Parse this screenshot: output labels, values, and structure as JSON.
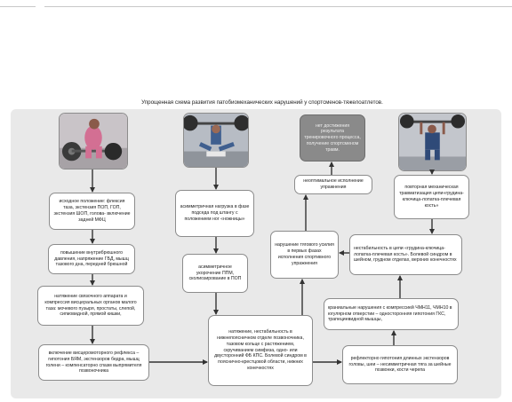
{
  "title": "Упрощенная схема развития патобиомеханических нарушений у спортсменов-тяжелоатлетов.",
  "photos": [
    {
      "icon": "weightlifter-pink-photo-icon"
    },
    {
      "icon": "weightlifter-lunge-photo-icon"
    },
    {
      "icon": "weightlifter-overhead-photo-icon"
    }
  ],
  "nodes": {
    "n1": "исходное положение: флексия таза, экстензия ПОП, ГОП, экстензия ШОП, голова- включение задней МФЦ",
    "n2": "повышение внутрибрюшного давления, напряжение ГБД, мышц тазового дна, передней брюшной",
    "n3": "натяжение связочного аппарата и компрессия висцеральных органов малого таза: мочевого пузыря, простаты, слепой, сигмовидной, прямой кишки,",
    "n4": "включение висцеромоторного рефлекса – гипотония БЯМ, экстензоров бедра, мышц голени – компенсаторно спазм выпрямителя позвоночника",
    "n5": "асимметричная нагрузка в фазе подседа под штангу с положением ног «ножницы»",
    "n6": "асимметричное укорочение ППМ, сколиозирование в ПОП",
    "n7": "натяжение, нестабильность в нижнепоясничном отделе позвоночника, тазовом кольце с растяжением, скручиванием симфиза, одно- или двусторонний ФБ КПС. Болевой синдром в пояснично-крестцовой области, нижних конечностях",
    "n8": "нет достижения результата тренировочного процесса, получение спортсменом травм.",
    "n9": "неоптимальное исполнение упражнения",
    "n10": "нарушение тягового усилия в первых фазах исполнения спортивного упражнения",
    "n11": "повторная механическая травматизация цепи«грудина-ключица-лопатка-плечевая кость»",
    "n12": "нестабильность в цепи «грудина-ключица-лопатка-плечевая кость». Болевой синдром в шейном, грудном отделах, верхних конечностях",
    "n13": "краниальные нарушения с компрессией ЧМН11, ЧМН10 в югулярном отверстии – односторонняя гипотония ГКС, трапециевидной мышцы,",
    "n14": "рефлекторно гипотония длинных экстензоров головы, шеи – несимметричная тяга за шейные позвонки, кости черепа"
  }
}
